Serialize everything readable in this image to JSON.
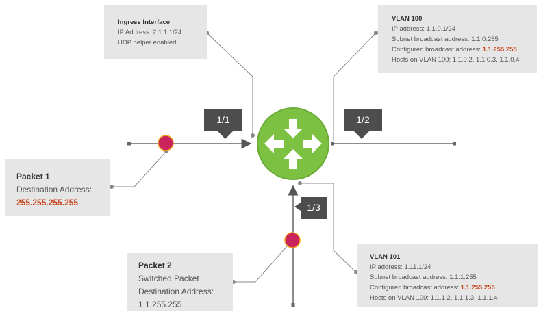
{
  "ingress": {
    "title": "Ingress Interface",
    "ip": "IP Address: 2.1.1.1/24",
    "helper": "UDP helper enabled"
  },
  "vlan100": {
    "title": "VLAN 100",
    "ip": "IP address: 1.1.0.1/24",
    "subnet": "Subnet broadcast address: 1.1.0.255",
    "configured_prefix": "Configured broadcast address: ",
    "configured_value": "1.1.255.255",
    "hosts": "Hosts on VLAN 100: 1.1.0.2, 1.1.0.3, 1.1.0.4"
  },
  "vlan101": {
    "title": "VLAN 101",
    "ip": "IP address: 1.11.1/24",
    "subnet": "Subnet broadcast address: 1.1.1.255",
    "configured_prefix": "Configured broadcast address: ",
    "configured_value": "1.1.255.255",
    "hosts": "Hosts on VLAN 100: 1.1.1.2, 1.1.1.3, 1.1.1.4"
  },
  "packet1": {
    "title": "Packet 1",
    "dest_label": "Destination Address:",
    "dest_value": "255.255.255.255"
  },
  "packet2": {
    "title": "Packet 2",
    "line1": "Switched Packet",
    "line2": "Destination Address:",
    "line3": "1.1.255.255"
  },
  "ports": {
    "p11": "1/1",
    "p12": "1/2",
    "p13": "1/3"
  },
  "colors": {
    "router": "#7dc142",
    "packet": "#c9245c",
    "highlight": "#c8441b",
    "label_bg": "#4d4d4d"
  }
}
